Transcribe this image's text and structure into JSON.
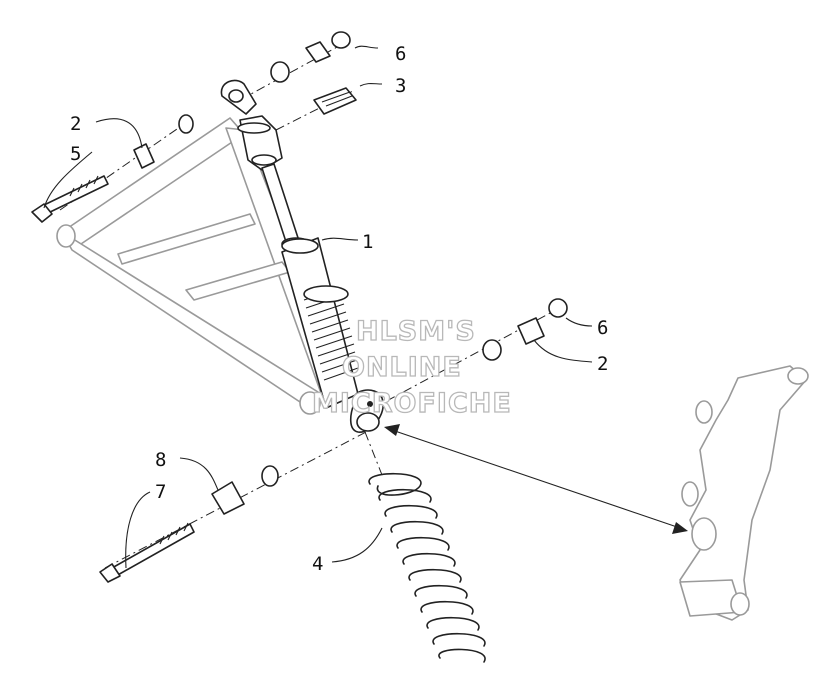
{
  "diagram": {
    "watermark": [
      "HLSM'S",
      "ONLINE",
      "MICROFICHE"
    ],
    "callouts": [
      "6",
      "3",
      "2",
      "5",
      "1",
      "6",
      "2",
      "8",
      "7",
      "4"
    ]
  }
}
